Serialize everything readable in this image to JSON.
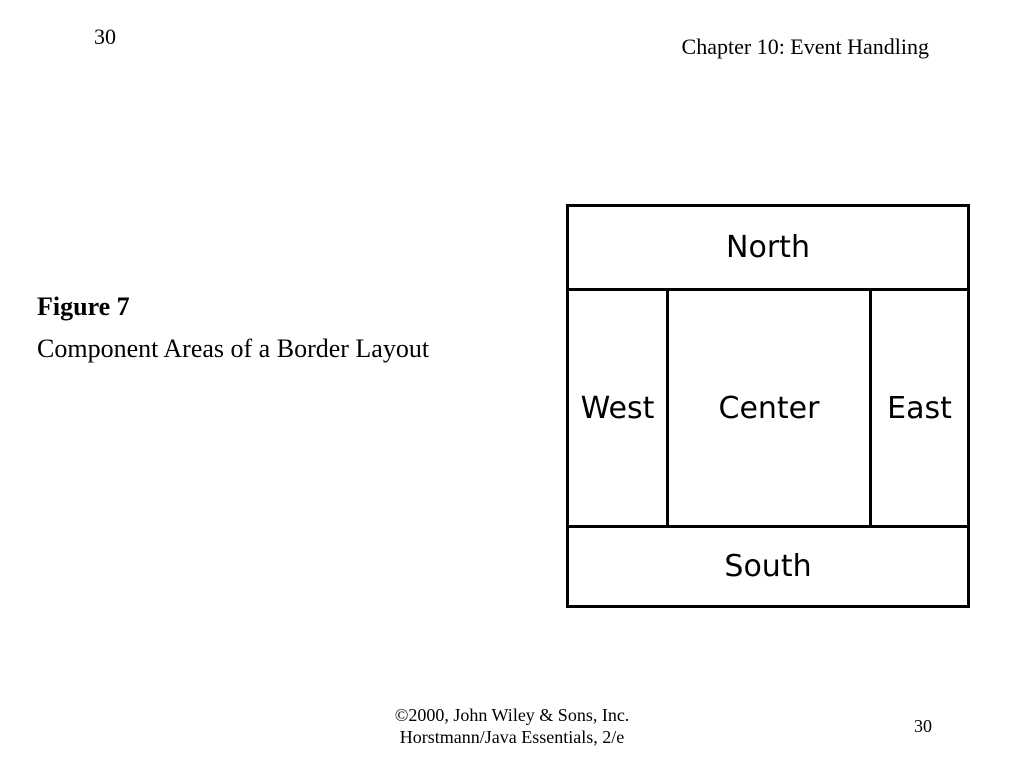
{
  "header": {
    "page_number": "30",
    "chapter_title": "Chapter 10: Event Handling"
  },
  "figure": {
    "label": "Figure 7",
    "caption": "Component Areas of a Border Layout"
  },
  "diagram": {
    "regions": {
      "north": "North",
      "west": "West",
      "center": "Center",
      "east": "East",
      "south": "South"
    }
  },
  "footer": {
    "copyright": "©2000, John Wiley & Sons, Inc.",
    "book": "Horstmann/Java Essentials, 2/e",
    "page_number": "30"
  }
}
